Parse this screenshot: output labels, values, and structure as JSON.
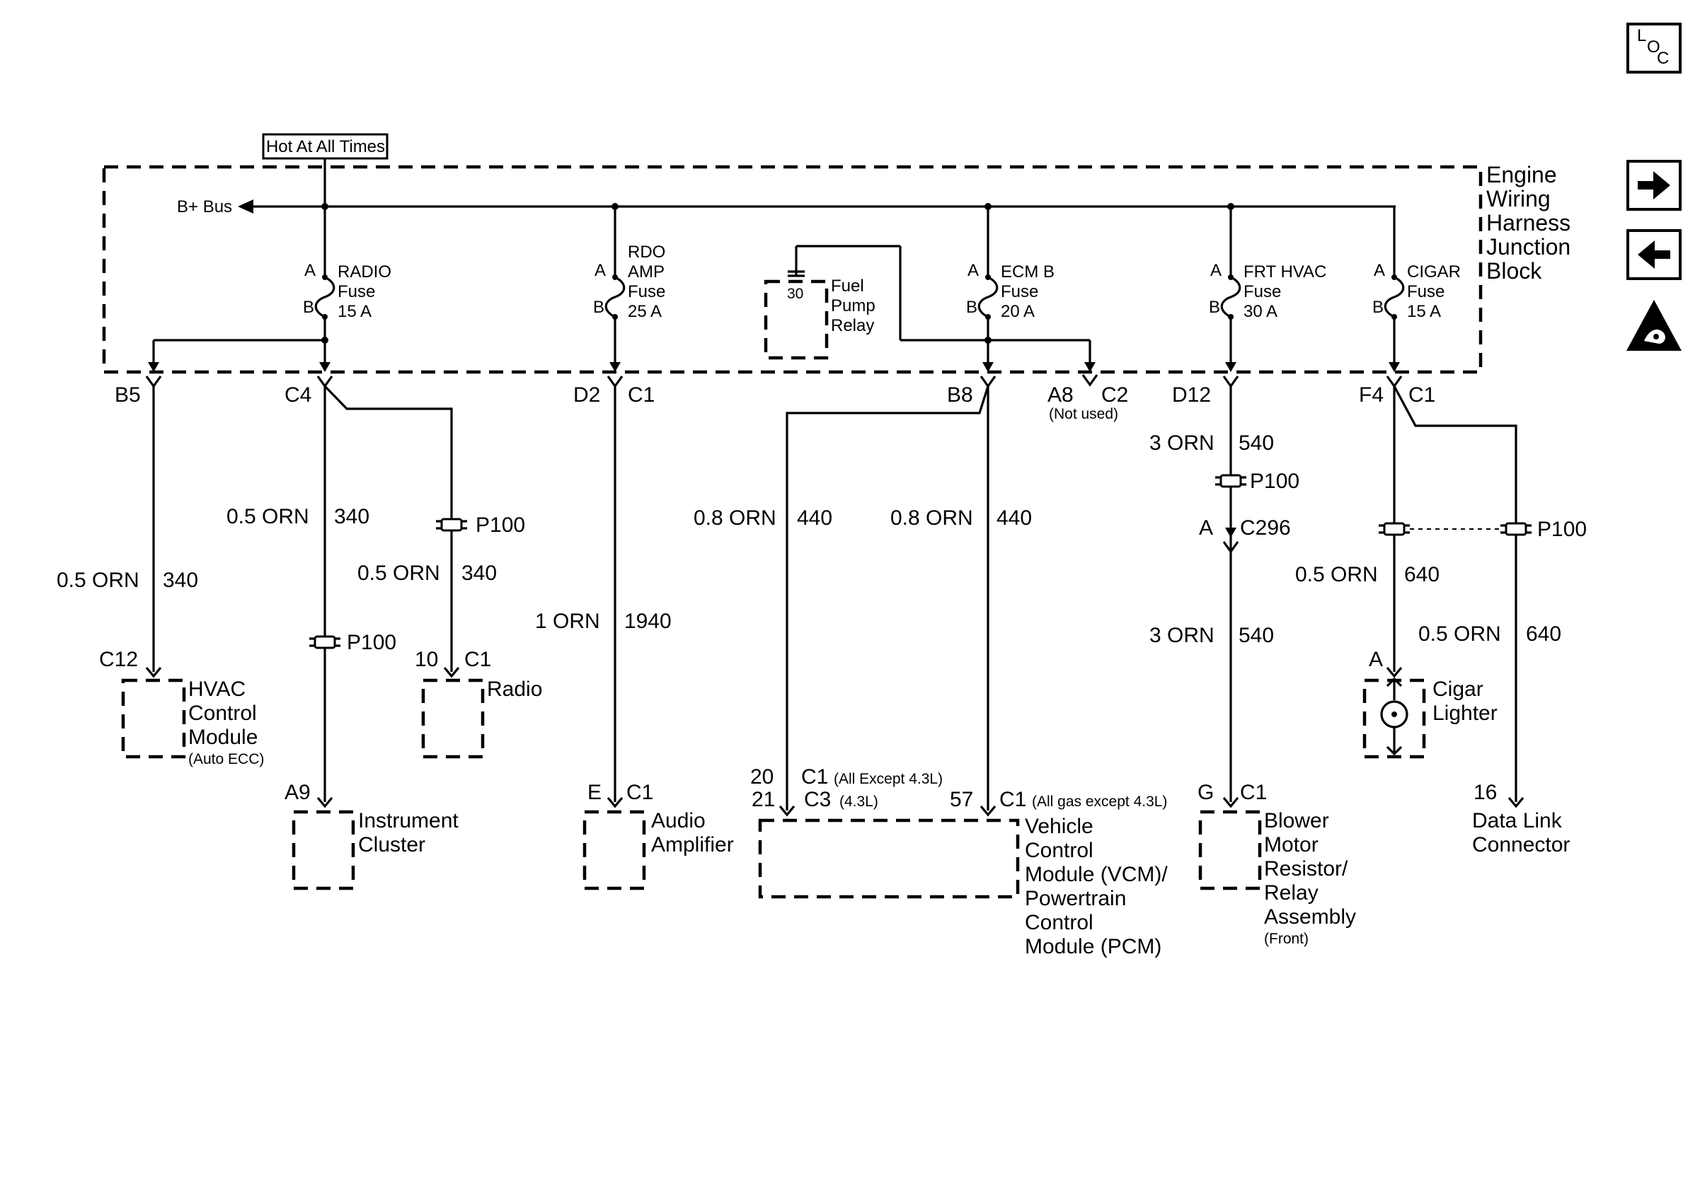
{
  "header": {
    "hot_label": "Hot At All Times",
    "bus_label": "B+ Bus",
    "block_title": [
      "Engine",
      "Wiring",
      "Harness",
      "Junction",
      "Block"
    ]
  },
  "nav": {
    "loc_letters": [
      "L",
      "O",
      "C"
    ],
    "next_icon": "right-arrow-icon",
    "prev_icon": "left-arrow-icon",
    "esd_icon": "esd-warning-icon"
  },
  "fuses": {
    "radio": {
      "pin_a": "A",
      "pin_b": "B",
      "lines": [
        "RADIO",
        "Fuse",
        "15 A"
      ]
    },
    "rdo_amp": {
      "pin_a": "A",
      "pin_b": "B",
      "lines": [
        "RDO",
        "AMP",
        "Fuse",
        "25 A"
      ]
    },
    "ecm_b": {
      "pin_a": "A",
      "pin_b": "B",
      "lines": [
        "ECM B",
        "Fuse",
        "20 A"
      ]
    },
    "frt_hvac": {
      "pin_a": "A",
      "pin_b": "B",
      "lines": [
        "FRT HVAC",
        "Fuse",
        "30 A"
      ]
    },
    "cigar": {
      "pin_a": "A",
      "pin_b": "B",
      "lines": [
        "CIGAR",
        "Fuse",
        "15 A"
      ]
    }
  },
  "relay": {
    "pin": "30",
    "lines": [
      "Fuel",
      "Pump",
      "Relay"
    ]
  },
  "harness_pins": {
    "b5": "B5",
    "c4": "C4",
    "d2": "D2",
    "d2_conn": "C1",
    "b8": "B8",
    "a8": "A8",
    "a8_conn": "C2",
    "a8_note": "(Not used)",
    "d12": "D12",
    "f4": "F4",
    "f4_conn": "C1"
  },
  "wires": {
    "hvac": {
      "gauge": "0.5 ORN",
      "circuit": "340"
    },
    "cluster": {
      "gauge": "0.5 ORN",
      "circuit": "340"
    },
    "radio": {
      "gauge": "0.5 ORN",
      "circuit": "340"
    },
    "amp": {
      "gauge": "1 ORN",
      "circuit": "1940"
    },
    "vcm_left": {
      "gauge": "0.8 ORN",
      "circuit": "440"
    },
    "vcm_right": {
      "gauge": "0.8 ORN",
      "circuit": "440"
    },
    "blower_top": {
      "gauge": "3 ORN",
      "circuit": "540"
    },
    "blower_bot": {
      "gauge": "3 ORN",
      "circuit": "540"
    },
    "lighter": {
      "gauge": "0.5 ORN",
      "circuit": "640"
    },
    "dlc": {
      "gauge": "0.5 ORN",
      "circuit": "640"
    }
  },
  "inline": {
    "p100": "P100",
    "c296_pin": "A",
    "c296": "C296"
  },
  "components": {
    "hvac": {
      "pin": "C12",
      "lines": [
        "HVAC",
        "Control",
        "Module"
      ],
      "note": "(Auto ECC)"
    },
    "radio": {
      "pin": "10",
      "conn": "C1",
      "lines": [
        "Radio"
      ]
    },
    "cluster": {
      "pin": "A9",
      "lines": [
        "Instrument",
        "Cluster"
      ]
    },
    "amp": {
      "pin": "E",
      "conn": "C1",
      "lines": [
        "Audio",
        "Amplifier"
      ]
    },
    "vcm": {
      "pin_top": "20",
      "conn_top": "C1",
      "note_top": "(All Except 4.3L)",
      "pin_mid": "21",
      "conn_mid": "C3",
      "note_mid": "(4.3L)",
      "pin_right": "57",
      "conn_right": "C1",
      "note_right": "(All gas except 4.3L)",
      "lines": [
        "Vehicle",
        "Control",
        "Module (VCM)/",
        "Powertrain",
        "Control",
        "Module (PCM)"
      ]
    },
    "blower": {
      "pin": "G",
      "conn": "C1",
      "lines": [
        "Blower",
        "Motor",
        "Resistor/",
        "Relay",
        "Assembly"
      ],
      "note": "(Front)"
    },
    "lighter": {
      "pin": "A",
      "lines": [
        "Cigar",
        "Lighter"
      ]
    },
    "dlc": {
      "pin": "16",
      "lines": [
        "Data Link",
        "Connector"
      ]
    }
  }
}
